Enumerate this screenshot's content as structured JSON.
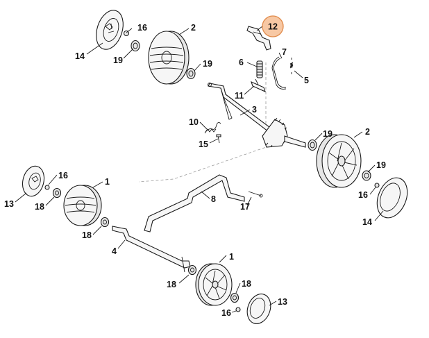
{
  "diagram": {
    "highlighted_part": "12",
    "highlight_color": "#f7c8a4",
    "highlight_stroke": "#e08a4a",
    "labels": {
      "l12": "12",
      "l16a": "16",
      "l2a": "2",
      "l14a": "14",
      "l19a": "19",
      "l19b": "19",
      "l6": "6",
      "l7": "7",
      "l5": "5",
      "l11": "11",
      "l3": "3",
      "l10": "10",
      "l15": "15",
      "l19c": "19",
      "l2b": "2",
      "l19d": "19",
      "l16b": "16",
      "l14b": "14",
      "l16c": "16",
      "l13a": "13",
      "l1a": "1",
      "l18a": "18",
      "l18b": "18",
      "l8": "8",
      "l17": "17",
      "l4": "4",
      "l1b": "1",
      "l18c": "18",
      "l18d": "18",
      "l16d": "16",
      "l13b": "13"
    }
  }
}
